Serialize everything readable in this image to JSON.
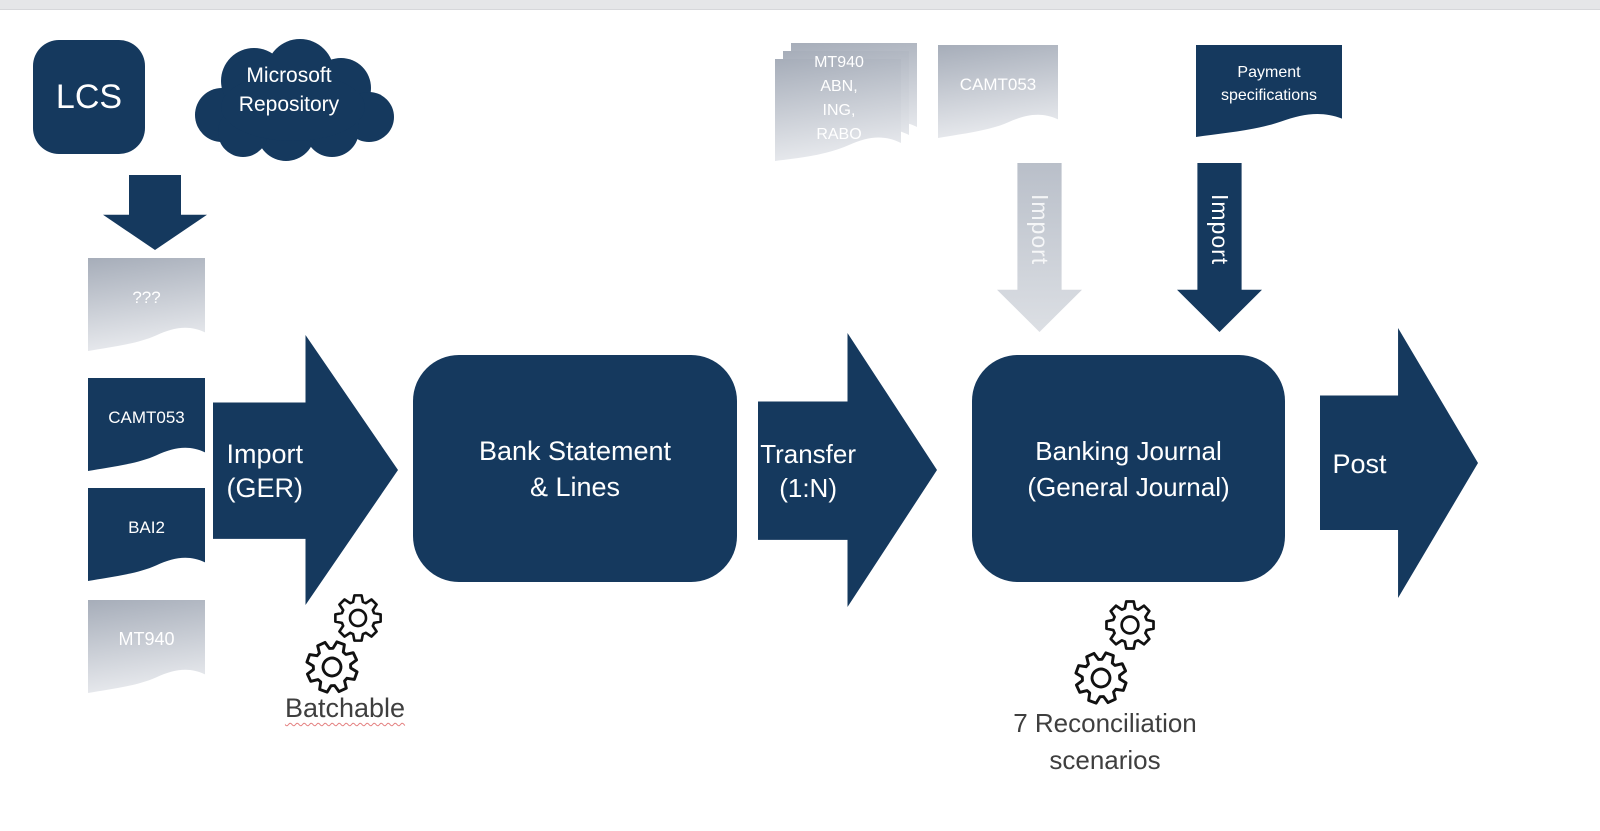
{
  "colors": {
    "navy": "#15395e",
    "doc_gray_top": "#a6adb9",
    "doc_gray_bottom": "#e7e9ed",
    "caption_text": "#3f3f3f",
    "spellcheck_red": "#e37e7e"
  },
  "nodes": {
    "lcs": {
      "label": "LCS"
    },
    "repository": {
      "line1": "Microsoft",
      "line2": "Repository"
    },
    "doc_unknown": {
      "label": "???"
    },
    "doc_camt053_left": {
      "label": "CAMT053"
    },
    "doc_bai2": {
      "label": "BAI2"
    },
    "doc_mt940_left": {
      "label": "MT940"
    },
    "import_ger_arrow": {
      "line1": "Import",
      "line2": "(GER)"
    },
    "bank_statement_box": {
      "line1": "Bank Statement",
      "line2": "& Lines"
    },
    "transfer_arrow": {
      "line1": "Transfer",
      "line2": "(1:N)"
    },
    "banking_journal_box": {
      "line1": "Banking Journal",
      "line2": "(General Journal)"
    },
    "post_arrow": {
      "label": "Post"
    },
    "doc_mt940_banks": {
      "line1": "MT940",
      "line2": "ABN,",
      "line3": "ING,",
      "line4": "RABO"
    },
    "doc_camt053_top": {
      "label": "CAMT053"
    },
    "doc_payment_specs": {
      "line1": "Payment",
      "line2": "specifications"
    },
    "import_arrow_gray": {
      "label": "Import"
    },
    "import_arrow_navy": {
      "label": "Import"
    },
    "batchable_caption": {
      "label": "Batchable"
    },
    "reconciliation_caption": {
      "line1": "7 Reconciliation",
      "line2": "scenarios"
    }
  }
}
